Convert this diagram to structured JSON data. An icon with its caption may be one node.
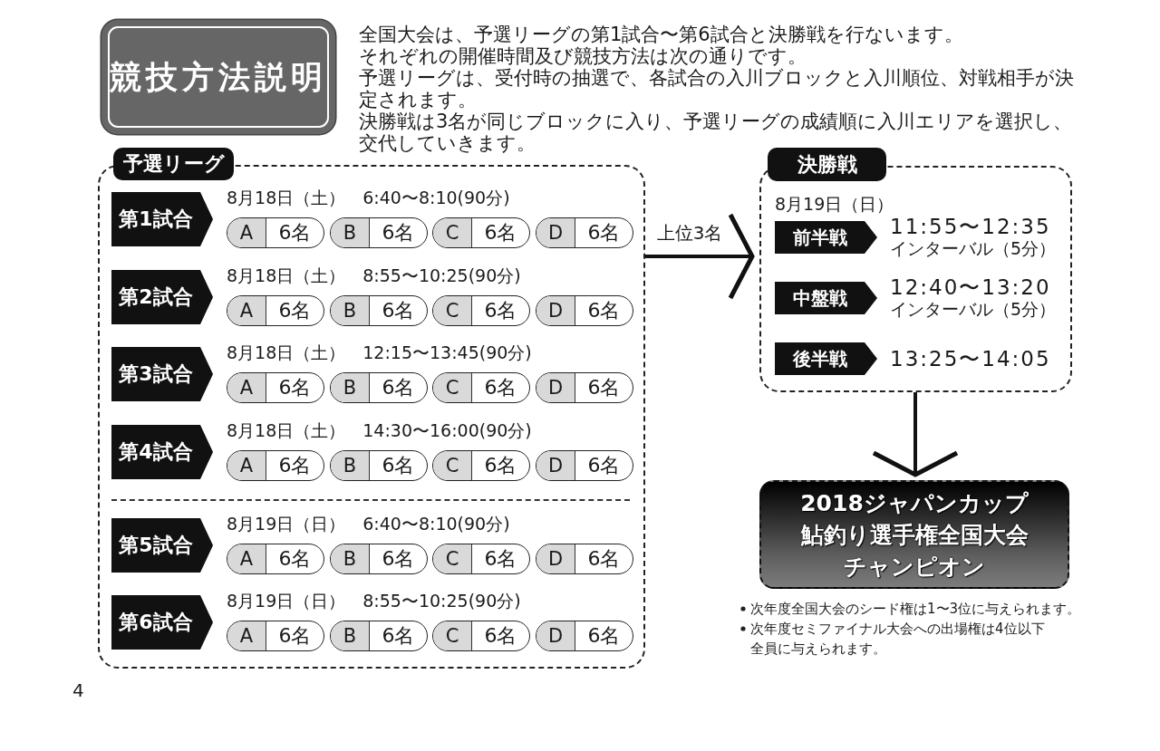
{
  "diagram": {
    "title": "競技方法説明",
    "nodes": [
      {
        "text": [
          "予選リーグ"
        ]
      },
      {
        "text": [],
        "shape": "box"
      },
      {
        "text": [
          "第1試合"
        ],
        "in": 1,
        "beside": [
          "8月18日（土）　6:40〜8:10(90分)"
        ]
      },
      {
        "text": [
          "A",
          "6名"
        ],
        "in": 1
      },
      {
        "text": [
          "B",
          "6名"
        ],
        "in": 1
      },
      {
        "text": [
          "C",
          "6名"
        ],
        "in": 1
      },
      {
        "text": [
          "D",
          "6名"
        ],
        "in": 1
      },
      {
        "text": [
          "第2試合"
        ],
        "in": 1,
        "beside": [
          "8月18日（土）　8:55〜10:25(90分)"
        ]
      },
      {
        "text": [
          "A",
          "6名"
        ],
        "in": 1
      },
      {
        "text": [
          "B",
          "6名"
        ],
        "in": 1
      },
      {
        "text": [
          "C",
          "6名"
        ],
        "in": 1
      },
      {
        "text": [
          "D",
          "6名"
        ],
        "in": 1
      },
      {
        "text": [
          "第3試合"
        ],
        "in": 1,
        "beside": [
          "8月18日（土）　12:15〜13:45(90分)"
        ]
      },
      {
        "text": [
          "A",
          "6名"
        ],
        "in": 1
      },
      {
        "text": [
          "B",
          "6名"
        ],
        "in": 1
      },
      {
        "text": [
          "C",
          "6名"
        ],
        "in": 1
      },
      {
        "text": [
          "D",
          "6名"
        ],
        "in": 1
      },
      {
        "text": [
          "第4試合"
        ],
        "in": 1,
        "beside": [
          "8月18日（土）　14:30〜16:00(90分)"
        ]
      },
      {
        "text": [
          "A",
          "6名"
        ],
        "in": 1
      },
      {
        "text": [
          "B",
          "6名"
        ],
        "in": 1
      },
      {
        "text": [
          "C",
          "6名"
        ],
        "in": 1
      },
      {
        "text": [
          "D",
          "6名"
        ],
        "in": 1
      },
      {
        "text": [
          "第5試合"
        ],
        "in": 1,
        "beside": [
          "8月19日（日）　6:40〜8:10(90分)"
        ]
      },
      {
        "text": [
          "A",
          "6名"
        ],
        "in": 1
      },
      {
        "text": [
          "B",
          "6名"
        ],
        "in": 1
      },
      {
        "text": [
          "C",
          "6名"
        ],
        "in": 1
      },
      {
        "text": [
          "D",
          "6名"
        ],
        "in": 1
      },
      {
        "text": [
          "第6試合"
        ],
        "in": 1,
        "beside": [
          "8月19日（日）　8:55〜10:25(90分)"
        ]
      },
      {
        "text": [
          "A",
          "6名"
        ],
        "in": 1
      },
      {
        "text": [
          "B",
          "6名"
        ],
        "in": 1
      },
      {
        "text": [
          "C",
          "6名"
        ],
        "in": 1
      },
      {
        "text": [
          "D",
          "6名"
        ],
        "in": 1
      },
      {
        "text": [
          "決勝戦"
        ]
      },
      {
        "text": [
          "8月19日（日）"
        ]
      },
      {
        "text": [
          "前半戦"
        ],
        "in": 33,
        "beside": [
          "11:55〜12:35",
          "インターバル（5分）"
        ]
      },
      {
        "text": [
          "中盤戦"
        ],
        "in": 33,
        "beside": [
          "12:40〜13:20",
          "インターバル（5分）"
        ]
      },
      {
        "text": [
          "後半戦"
        ],
        "in": 33,
        "beside": [
          "13:25〜14:05"
        ]
      },
      {
        "text": [
          "2018ジャパンカップ鮎釣り選手権全国大会チャンピオン"
        ]
      }
    ],
    "edges": [
      {
        "from": 1,
        "to": 33,
        "arrow": "to",
        "label": "上位3名"
      },
      {
        "from": 33,
        "to": 37,
        "arrow": "to"
      }
    ],
    "labels": [
      "全国大会は、予選リーグの第1試合〜第6試合と決勝戦を行ないます。",
      "それぞれの開催時間及び競技方法は次の通りです。",
      "予選リーグは、受付時の抽選で、各試合の入川ブロックと入川順位、対戦相手が決定されます。",
      "決勝戦は3名が同じブロックに入り、予選リーグの成績順に入川エリアを選択し、交代していきます。",
      "次年度全国大会のシード権は1〜3位に与えられます。",
      "次年度セミファイナル大会への出場権は4位以下全員に与えられます。",
      "4"
    ]
  }
}
